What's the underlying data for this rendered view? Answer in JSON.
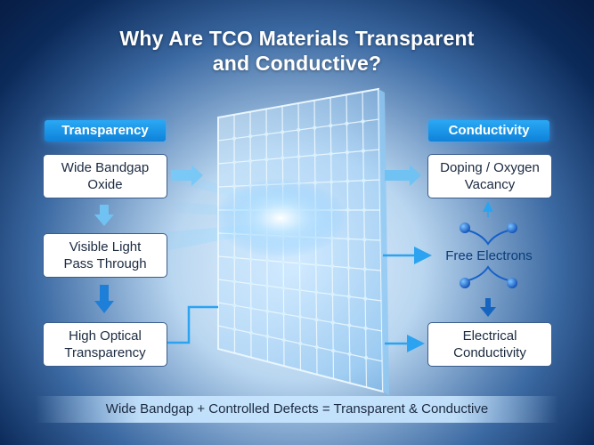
{
  "title": {
    "line1": "Why Are TCO Materials Transparent",
    "line2": "and Conductive?"
  },
  "left": {
    "header": "Transparency",
    "steps": [
      "Wide Bandgap\nOxide",
      "Visible Light\nPass Through",
      "High Optical\nTransparency"
    ]
  },
  "right": {
    "header": "Conductivity",
    "steps": [
      "Doping / Oxygen\nVacancy",
      "Electrical\nConductivity"
    ],
    "free_electrons": "Free Electrons"
  },
  "footer": "Wide Bandgap + Controlled Defects = Transparent & Conductive",
  "colors": {
    "accent": "#1a8fe3",
    "arrow": "#2ba3f0",
    "electron": "#1560c8",
    "navy": "#0b2a5a"
  }
}
